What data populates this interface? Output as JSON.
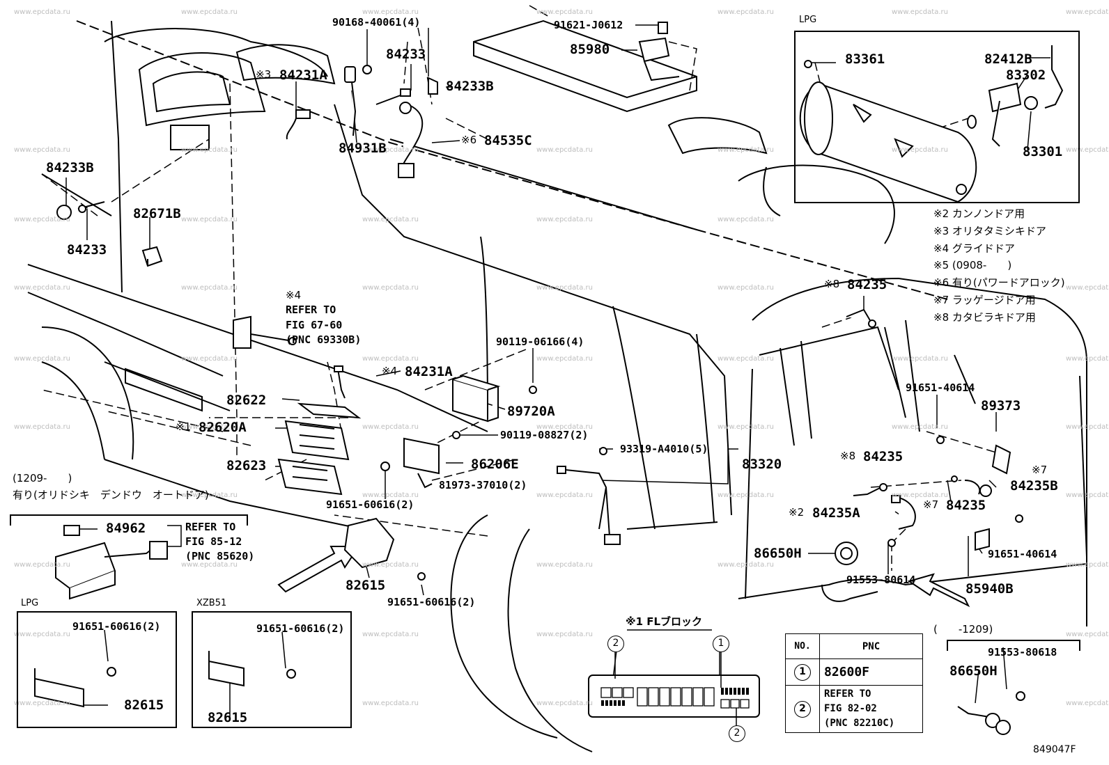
{
  "watermark": "www.epcdata.ru",
  "diagram_id": "849047F",
  "insets": {
    "lpg_top": "LPG",
    "lpg_bottom": "LPG",
    "xzb51": "XZB51",
    "autodoor_note": "(1209-　　)",
    "autodoor_title": "有り(オリドシキ　デンドウ　オートドア)",
    "rh_note": "(　　-1209)"
  },
  "callouts": {
    "p90168_40061": "90168-40061(4)",
    "p91621_J0612": "91621-J0612",
    "p85980": "85980",
    "p84233_top": "84233",
    "p84231A_top": "84231A",
    "mark3": "※3",
    "p84233B_top": "84233B",
    "p84931B": "84931B",
    "p84535C": "84535C",
    "mark6": "※6",
    "p84233B_left": "84233B",
    "p84233_left": "84233",
    "p82671B": "82671B",
    "mark4a": "※4",
    "refer_67_1": "REFER TO",
    "refer_67_2": "FIG 67-60",
    "refer_67_3": "(PNC 69330B)",
    "mark4b": "※4",
    "p84231A_mid": "84231A",
    "p82622": "82622",
    "mark1": "※1",
    "p82620A": "82620A",
    "p82623": "82623",
    "p90119_06166": "90119-06166(4)",
    "p89720A": "89720A",
    "p90119_08827": "90119-08827(2)",
    "p86206E": "86206E",
    "p81973_37010": "81973-37010(2)",
    "p93319_A4010": "93319-A4010(5)",
    "p83320": "83320",
    "p91651_60616_a": "91651-60616(2)",
    "p84962": "84962",
    "refer_85_1": "REFER TO",
    "refer_85_2": "FIG 85-12",
    "refer_85_3": "(PNC 85620)",
    "p82615_main": "82615",
    "p91651_60616_b": "91651-60616(2)",
    "p91651_60616_c": "91651-60616(2)",
    "p82615_lpg": "82615",
    "p91651_60616_d": "91651-60616(2)",
    "p82615_xzb": "82615",
    "fl_block_title": "※1 FLブロック",
    "p83361": "83361",
    "p82412B": "82412B",
    "p83302": "83302",
    "p83301": "83301",
    "mark8a": "※8",
    "p84235_a": "84235",
    "p91651_40614_a": "91651-40614",
    "p89373": "89373",
    "mark8b": "※8",
    "p84235_b": "84235",
    "mark7a": "※7",
    "p84235B": "84235B",
    "mark2": "※2",
    "p84235A": "84235A",
    "mark7b": "※7",
    "p84235_c": "84235",
    "p86650H_a": "86650H",
    "p91651_40614_b": "91651-40614",
    "p91553_80614": "91553-80614",
    "p85940B": "85940B",
    "p91553_80618": "91553-80618",
    "p86650H_b": "86650H"
  },
  "legend": [
    "※2 カンノンドア用",
    "※3 オリタタミシキドア",
    "※4 グライドドア",
    "※5 (0908-　　)",
    "※6 有り(パワードアロック)",
    "※7 ラッゲージドア用",
    "※8 カタビラキドア用"
  ],
  "pnc_table": {
    "head_no": "NO.",
    "head_pnc": "PNC",
    "row1_no": "1",
    "row1_pnc": "82600F",
    "row2_no": "2",
    "row2_line1": "REFER TO",
    "row2_line2": "FIG 82-02",
    "row2_line3": "(PNC 82210C)"
  },
  "fl_marks": {
    "m1": "1",
    "m2a": "2",
    "m2b": "2"
  }
}
